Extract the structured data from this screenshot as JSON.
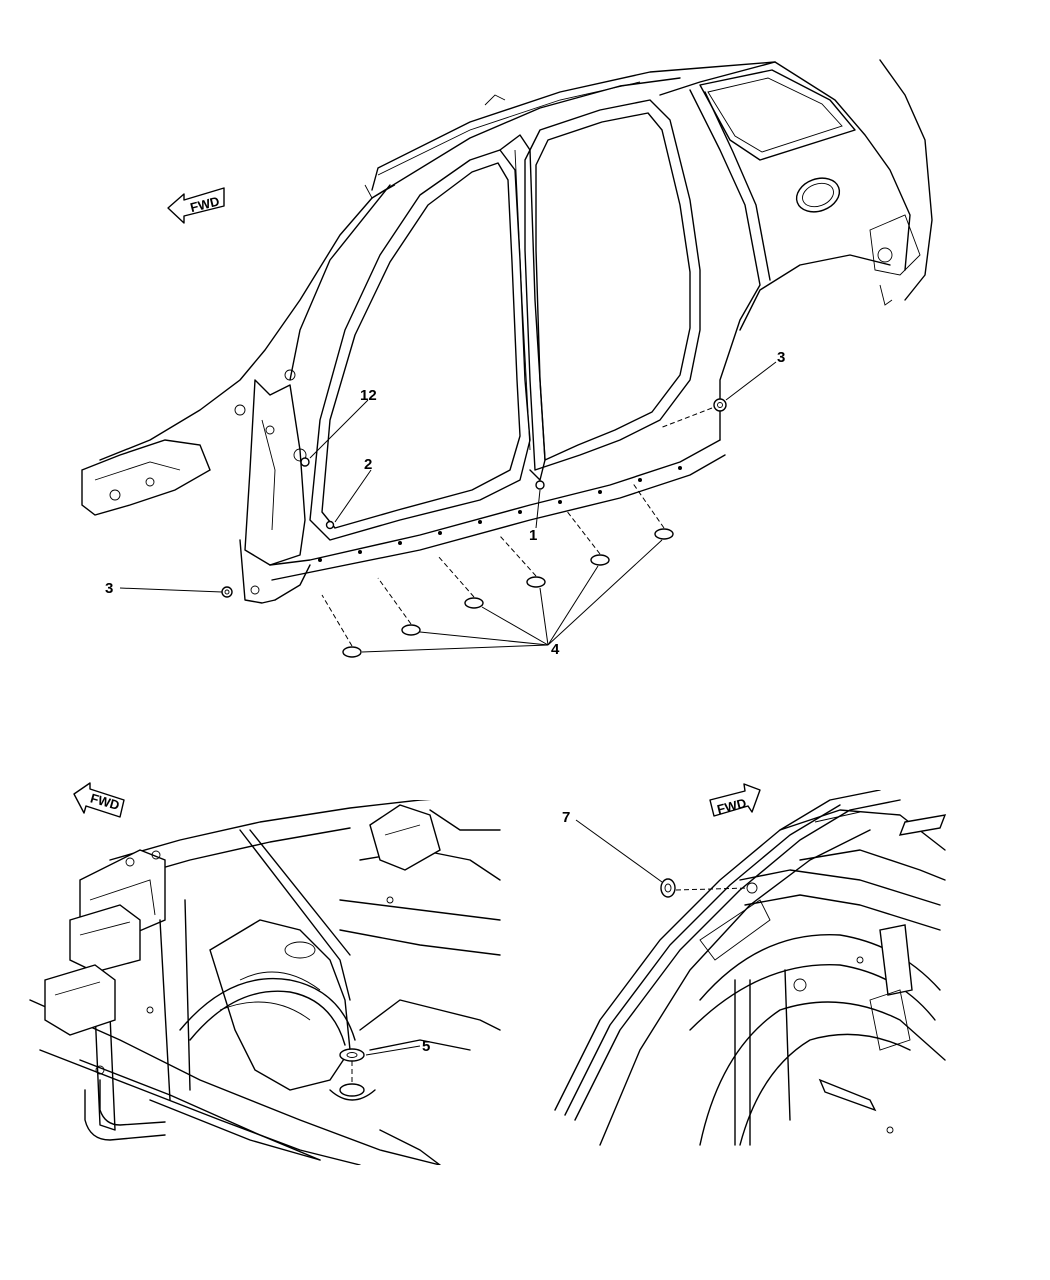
{
  "callouts": {
    "label_1": "1",
    "label_2": "2",
    "label_3_right": "3",
    "label_3_left": "3",
    "label_4": "4",
    "label_5": "5",
    "label_7": "7",
    "label_12": "12"
  },
  "fwd_arrows": {
    "top": "FWD",
    "bottom_left": "FWD",
    "bottom_right": "FWD"
  }
}
